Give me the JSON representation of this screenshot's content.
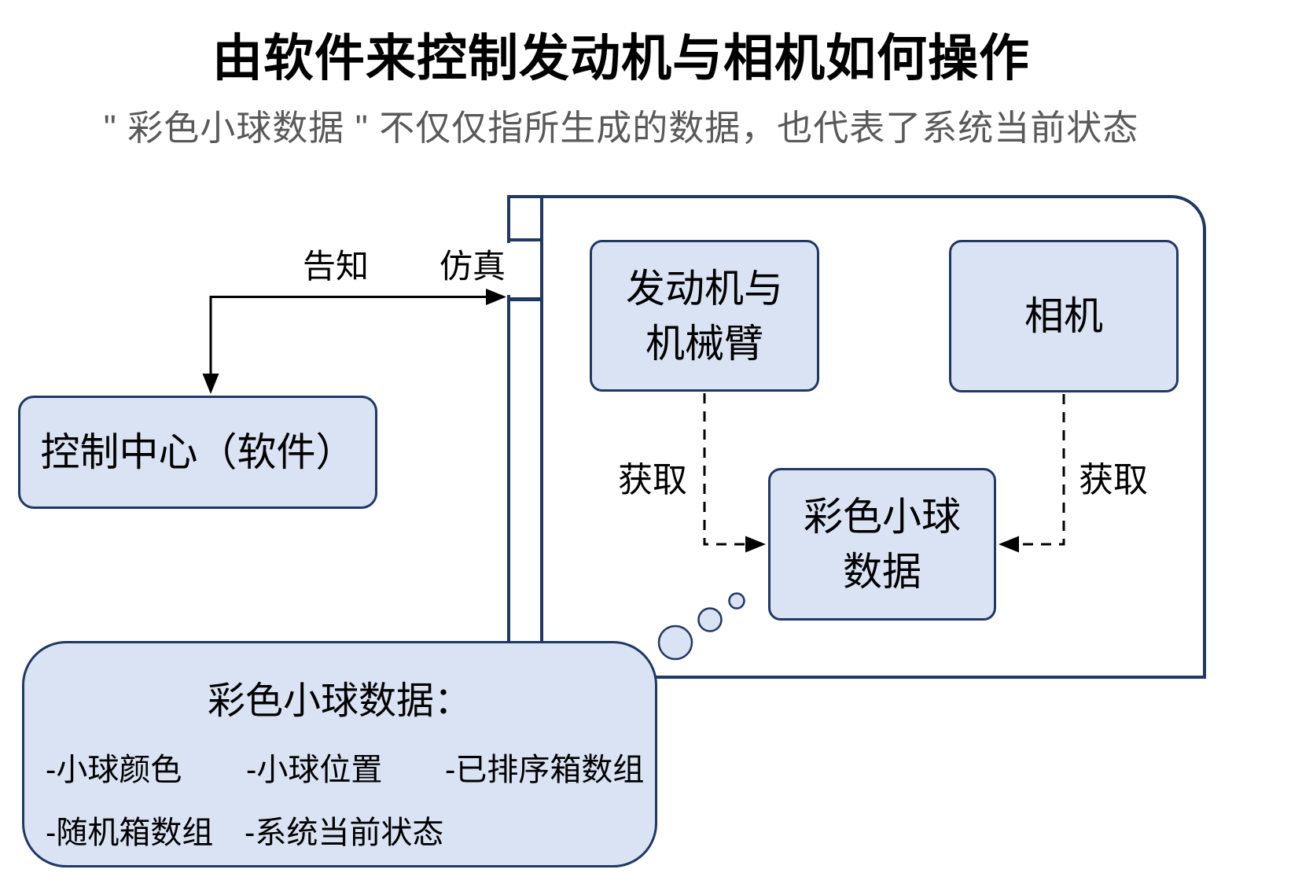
{
  "page": {
    "title": "由软件来控制发动机与相机如何操作",
    "subtitle": "\" 彩色小球数据 \" 不仅仅指所生成的数据，也代表了系统当前状态"
  },
  "diagram": {
    "simulation_label": "仿真",
    "inform_label": "告知",
    "nodes": {
      "control_center": "控制中心（软件）",
      "engine_arm_line1": "发动机与",
      "engine_arm_line2": "机械臂",
      "camera": "相机",
      "ball_data_line1": "彩色小球",
      "ball_data_line2": "数据"
    },
    "edges": {
      "acquire_left": "获取",
      "acquire_right": "获取"
    }
  },
  "callout": {
    "title": "彩色小球数据：",
    "row1": [
      "-小球颜色",
      "-小球位置",
      "-已排序箱数组"
    ],
    "row2": [
      "-随机箱数组",
      "-系统当前状态"
    ]
  },
  "colors": {
    "node_fill": "#dae3f3",
    "node_border": "#1f3864",
    "subtitle_text": "#595959",
    "connector": "#000000"
  }
}
